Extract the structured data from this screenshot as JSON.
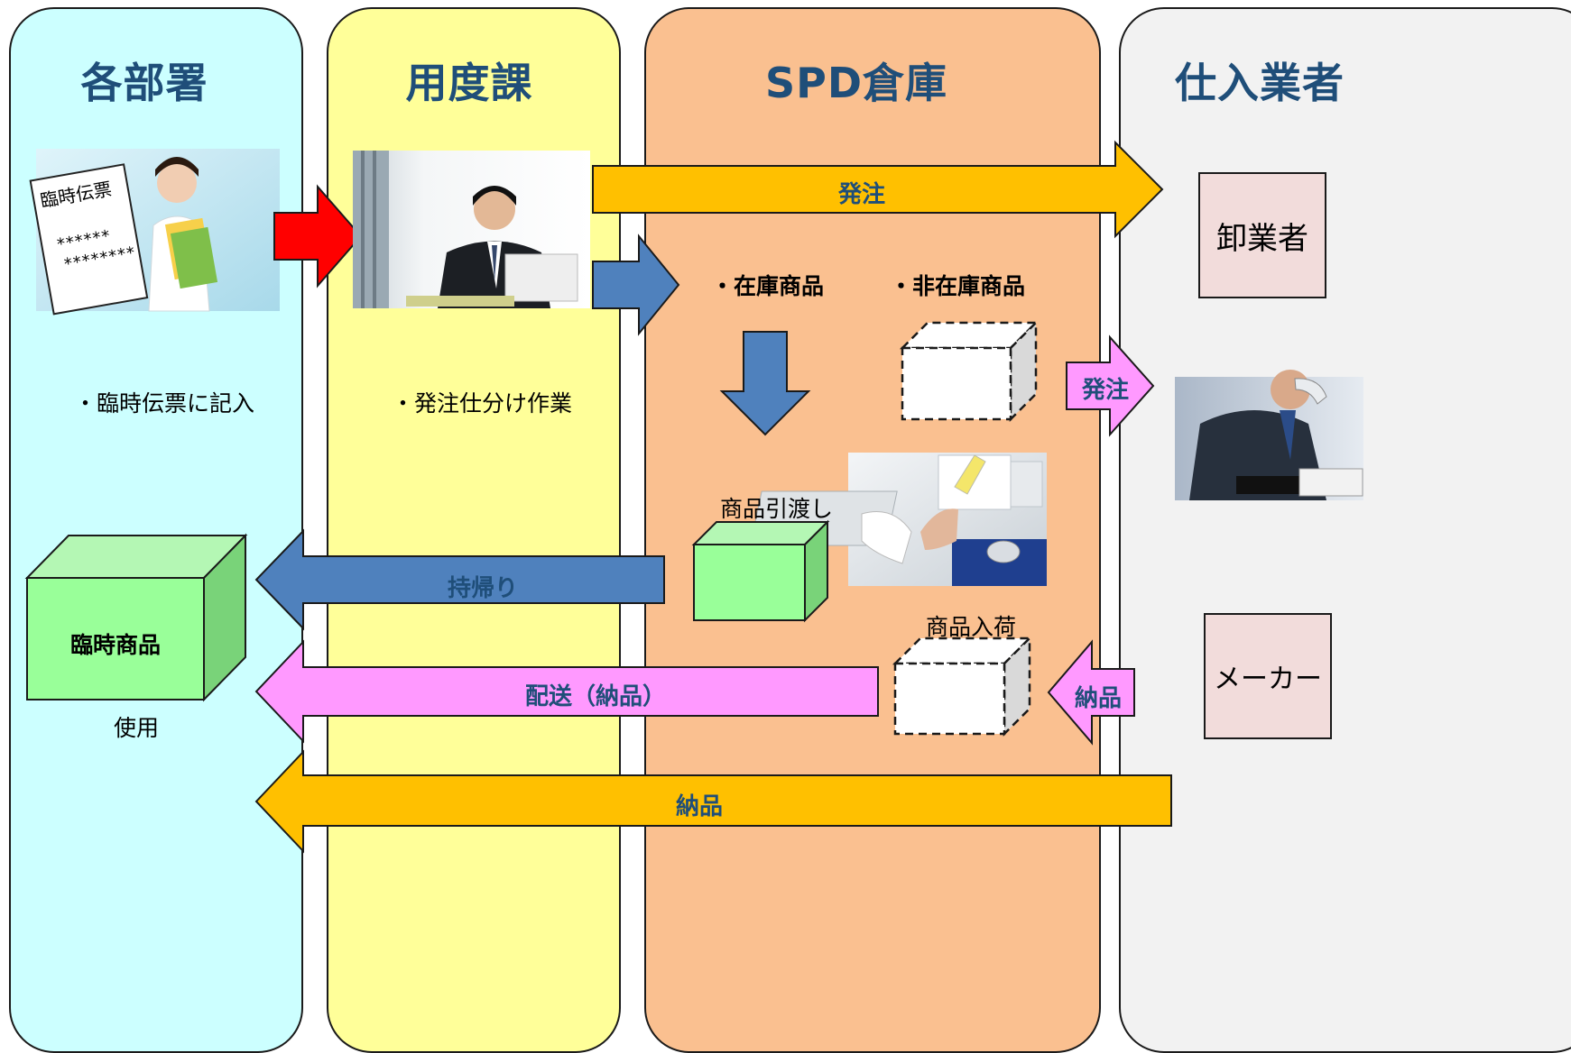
{
  "lanes": [
    {
      "title": "各部署",
      "color": "#ccffff"
    },
    {
      "title": "用度課",
      "color": "#ffff99"
    },
    {
      "title": "SPD倉庫",
      "color": "#fac090"
    },
    {
      "title": "仕入業者",
      "color": "#f2f2f2"
    }
  ],
  "memo": {
    "title": "臨時伝票",
    "line1": "******",
    "line2": "********"
  },
  "labels": {
    "dept_task": "・臨時伝票に記入",
    "purchasing_task": "・発注仕分け作業",
    "stock_item": "・在庫商品",
    "non_stock_item": "・非在庫商品",
    "handover": "商品引渡し",
    "arrival": "商品入荷",
    "temp_goods": "臨時商品",
    "use": "使用"
  },
  "arrows": {
    "order_top": "発注",
    "order_vendor": "発注",
    "takeback": "持帰り",
    "delivery_dist": "配送（納品）",
    "delivery_in": "納品",
    "delivery_bottom": "納品"
  },
  "vendors": {
    "wholesaler": "卸業者",
    "maker": "メーカー"
  },
  "colors": {
    "red_arrow": "#ff0000",
    "blue_arrow": "#4f81bd",
    "orange_arrow": "#ffc000",
    "pink_arrow": "#ff99ff",
    "green_box": "#99ff99",
    "title": "#1f4e79"
  }
}
